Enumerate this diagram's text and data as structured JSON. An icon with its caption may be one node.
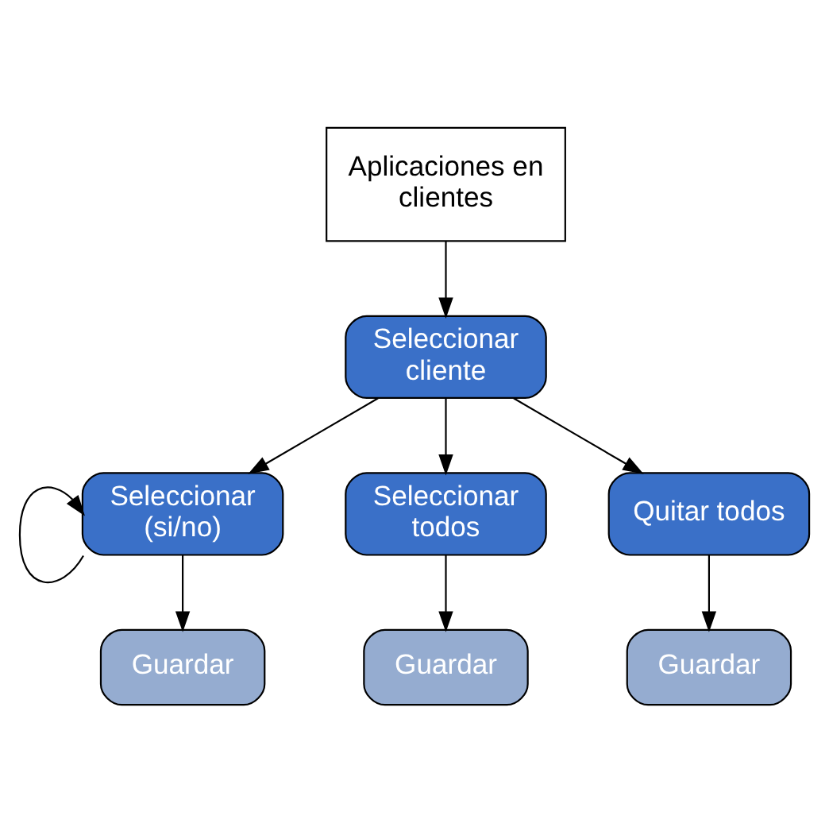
{
  "diagram": {
    "nodes": [
      {
        "text": [
          "Aplicaciones en clientes"
        ]
      },
      {
        "text": [
          "Seleccionar cliente"
        ]
      },
      {
        "text": [
          "Seleccionar (si/no)"
        ]
      },
      {
        "text": [
          "Seleccionar todos"
        ]
      },
      {
        "text": [
          "Quitar todos"
        ]
      },
      {
        "text": [
          "Guardar"
        ]
      },
      {
        "text": [
          "Guardar"
        ]
      },
      {
        "text": [
          "Guardar"
        ]
      }
    ],
    "edges": [
      {
        "from": 0,
        "to": 1,
        "arrow": "to"
      },
      {
        "from": 1,
        "to": 2,
        "arrow": "to"
      },
      {
        "from": 1,
        "to": 3,
        "arrow": "to"
      },
      {
        "from": 1,
        "to": 4,
        "arrow": "to"
      },
      {
        "from": 2,
        "to": 2,
        "arrow": "to"
      },
      {
        "from": 2,
        "to": 5,
        "arrow": "to"
      },
      {
        "from": 3,
        "to": 6,
        "arrow": "to"
      },
      {
        "from": 4,
        "to": 7,
        "arrow": "to"
      }
    ]
  }
}
